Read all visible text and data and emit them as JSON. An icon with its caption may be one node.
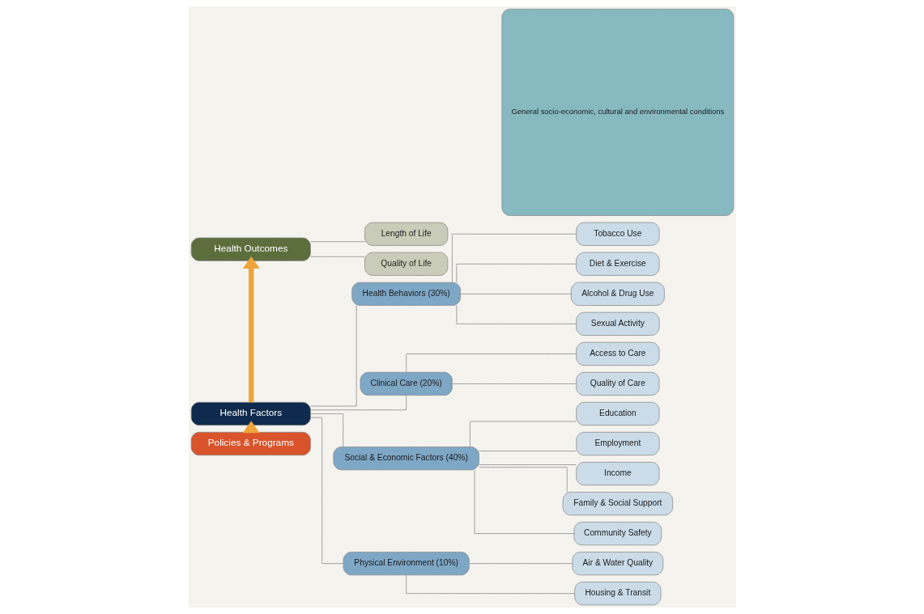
{
  "diagram": {
    "nodes": [
      {
        "text": [
          "Health Outcomes"
        ]
      },
      {
        "text": [
          "Length of Life"
        ]
      },
      {
        "text": [
          "Quality of Life"
        ]
      },
      {
        "text": [
          "Health Factors"
        ]
      },
      {
        "text": [
          "Health Behaviors (30%)"
        ]
      },
      {
        "text": [
          "Tobacco Use"
        ]
      },
      {
        "text": [
          "Diet & Exercise"
        ]
      },
      {
        "text": [
          "Alcohol & Drug Use"
        ]
      },
      {
        "text": [
          "Sexual Activity"
        ]
      },
      {
        "text": [
          "Clinical Care (20%)"
        ]
      },
      {
        "text": [
          "Access to Care"
        ]
      },
      {
        "text": [
          "Quality of Care"
        ]
      },
      {
        "text": [
          "Social & Economic Factors (40%)"
        ]
      },
      {
        "text": [
          "Education"
        ]
      },
      {
        "text": [
          "Employment"
        ]
      },
      {
        "text": [
          "Income"
        ]
      },
      {
        "text": [
          "Family & Social Support"
        ]
      },
      {
        "text": [
          "Community Safety"
        ]
      },
      {
        "text": [
          "Physical Environment (10%)"
        ]
      },
      {
        "text": [
          "Air & Water Quality"
        ]
      },
      {
        "text": [
          "Housing & Transit"
        ]
      },
      {
        "text": [
          "Policies & Programs"
        ]
      },
      {
        "text": [
          "General socio-economic, cultural and environmental conditions"
        ]
      }
    ],
    "edges": [
      {
        "from": 0,
        "to": 1,
        "arrow": "none"
      },
      {
        "from": 0,
        "to": 2,
        "arrow": "none"
      },
      {
        "from": 3,
        "to": 0,
        "arrow": "to",
        "style": "thick",
        "color": "#f0a33a"
      },
      {
        "from": 3,
        "to": 4,
        "arrow": "none"
      },
      {
        "from": 3,
        "to": 9,
        "arrow": "none"
      },
      {
        "from": 3,
        "to": 12,
        "arrow": "none"
      },
      {
        "from": 3,
        "to": 18,
        "arrow": "none"
      },
      {
        "from": 4,
        "to": 5,
        "arrow": "none"
      },
      {
        "from": 4,
        "to": 6,
        "arrow": "none"
      },
      {
        "from": 4,
        "to": 7,
        "arrow": "none"
      },
      {
        "from": 4,
        "to": 8,
        "arrow": "none"
      },
      {
        "from": 9,
        "to": 10,
        "arrow": "none"
      },
      {
        "from": 9,
        "to": 11,
        "arrow": "none"
      },
      {
        "from": 12,
        "to": 13,
        "arrow": "none"
      },
      {
        "from": 12,
        "to": 14,
        "arrow": "none"
      },
      {
        "from": 12,
        "to": 15,
        "arrow": "none"
      },
      {
        "from": 12,
        "to": 16,
        "arrow": "none"
      },
      {
        "from": 12,
        "to": 17,
        "arrow": "none"
      },
      {
        "from": 18,
        "to": 19,
        "arrow": "none"
      },
      {
        "from": 18,
        "to": 20,
        "arrow": "none"
      },
      {
        "from": 21,
        "to": 3,
        "arrow": "to",
        "style": "thick",
        "color": "#f0a33a"
      }
    ]
  }
}
